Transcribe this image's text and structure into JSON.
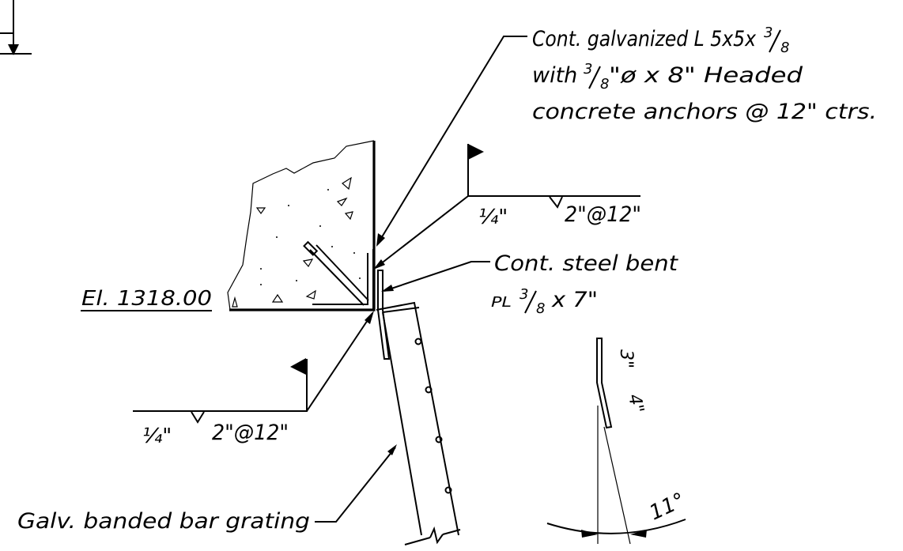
{
  "callouts": {
    "angle_note": {
      "line1": "Cont. galvanized L 5x5x",
      "line1_frac": {
        "num": "3",
        "den": "8"
      },
      "line2_pre": "with",
      "line2_frac": {
        "num": "3",
        "den": "8"
      },
      "line2_post": "\"ø x 8\" Headed",
      "line3": "concrete anchors @ 12\" ctrs."
    },
    "plate_note": {
      "line1": "Cont. steel bent",
      "line2_sym": "PL",
      "line2_frac": {
        "num": "3",
        "den": "8"
      },
      "line2_post": "x 7\""
    },
    "grating_note": "Galv. banded bar grating"
  },
  "elevation": "El. 1318.00",
  "welds": {
    "top": {
      "size": "¼\"",
      "spacing": "2\"@12\""
    },
    "bottom": {
      "size": "¼\"",
      "spacing": "2\"@12\""
    }
  },
  "plate_detail": {
    "dim_upper": "3\"",
    "dim_lower": "4\"",
    "angle": "11°"
  }
}
